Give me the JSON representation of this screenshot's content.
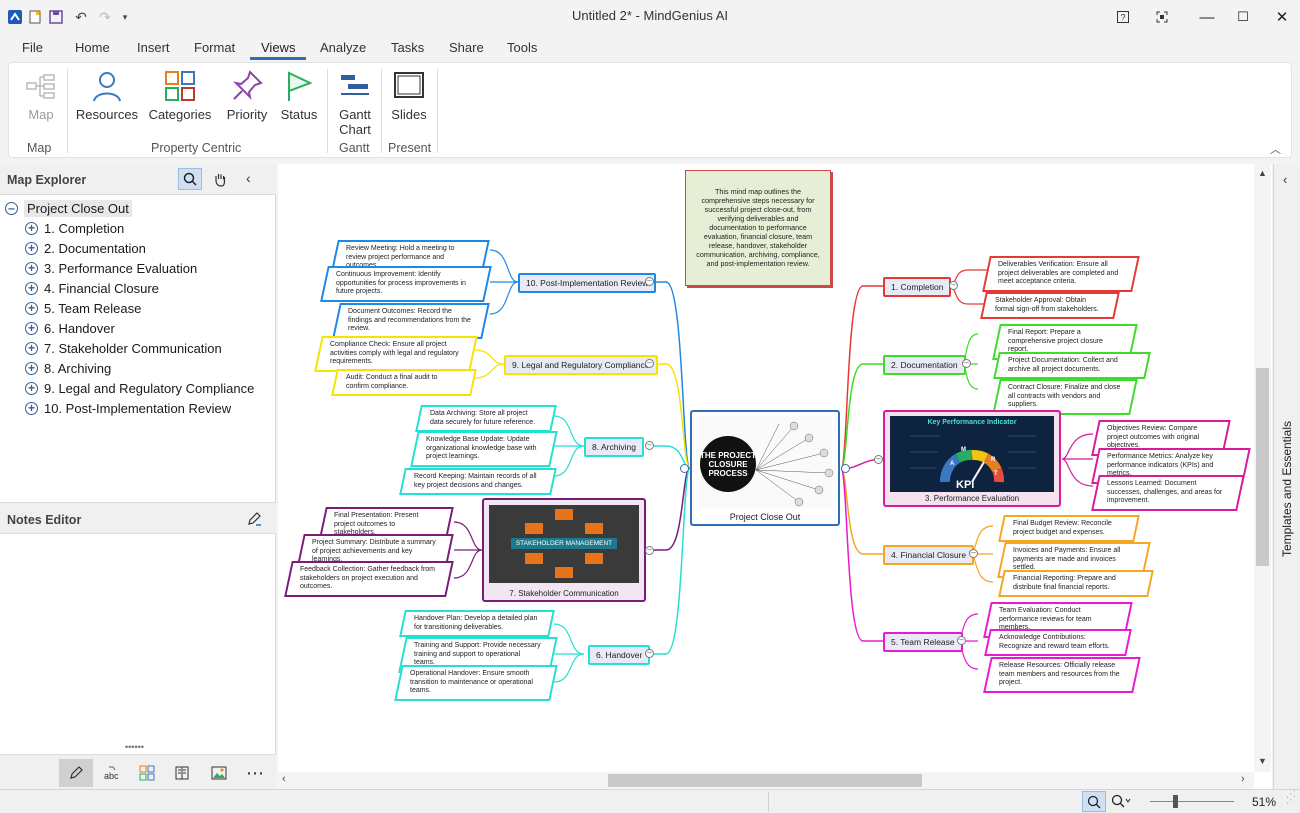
{
  "titlebar": {
    "title": "Untitled 2* - MindGenius AI",
    "help_icon": "?",
    "restore_label": "⊡",
    "minimize": "—",
    "maximize": "☐",
    "close": "✕"
  },
  "menu": {
    "tabs": [
      "File",
      "Home",
      "Insert",
      "Format",
      "Views",
      "Analyze",
      "Tasks",
      "Share",
      "Tools"
    ],
    "active": "Views"
  },
  "ribbon": {
    "map_button": "Map",
    "map_group": "Map",
    "resources_button": "Resources",
    "categories_button": "Categories",
    "priority_button": "Priority",
    "status_button": "Status",
    "property_group": "Property Centric",
    "gantt_button_line1": "Gantt",
    "gantt_button_line2": "Chart",
    "gantt_group": "Gantt",
    "slides_button": "Slides",
    "present_group": "Present"
  },
  "map_explorer": {
    "title": "Map Explorer",
    "root": "Project Close Out",
    "items": [
      "1. Completion",
      "2. Documentation",
      "3. Performance Evaluation",
      "4. Financial Closure",
      "5. Team Release",
      "6. Handover",
      "7. Stakeholder Communication",
      "8. Archiving",
      "9. Legal and Regulatory Compliance",
      "10. Post-Implementation Review"
    ]
  },
  "notes_editor": {
    "title": "Notes Editor"
  },
  "side_panel": {
    "label": "Templates and Essentials"
  },
  "statusbar": {
    "zoom": "51%"
  },
  "mindmap": {
    "central": {
      "label": "Project Close Out",
      "image_text": "THE PROJECT CLOSURE PROCESS"
    },
    "note": "This mind map outlines the comprehensive steps necessary for successful project close-out, from verifying deliverables and documentation to performance evaluation, financial closure, team release, handover, stakeholder communication, archiving, compliance, and post-implementation review.",
    "completion": {
      "label": "1. Completion",
      "items": [
        "Deliverables Verification: Ensure all project deliverables are completed and meet acceptance criteria.",
        "Stakeholder Approval: Obtain formal sign-off from stakeholders."
      ]
    },
    "documentation": {
      "label": "2. Documentation",
      "items": [
        "Final Report: Prepare a comprehensive project closure report.",
        "Project Documentation: Collect and archive all project documents.",
        "Contract Closure: Finalize and close all contracts with vendors and suppliers."
      ]
    },
    "performance": {
      "label": "3. Performance Evaluation",
      "image_title": "Key Performance Indicator",
      "image_text": "KPI",
      "letters": [
        "M",
        "S",
        "R",
        "T",
        "A"
      ],
      "items": [
        "Objectives Review: Compare project outcomes with original objectives.",
        "Performance Metrics: Analyze key performance indicators (KPIs) and metrics.",
        "Lessons Learned: Document successes, challenges, and areas for improvement."
      ]
    },
    "financial": {
      "label": "4. Financial Closure",
      "items": [
        "Final Budget Review: Reconcile project budget and expenses.",
        "Invoices and Payments: Ensure all payments are made and invoices settled.",
        "Financial Reporting: Prepare and distribute final financial reports."
      ]
    },
    "team": {
      "label": "5. Team Release",
      "items": [
        "Team Evaluation: Conduct performance reviews for team members.",
        "Acknowledge Contributions: Recognize and reward team efforts.",
        "Release Resources: Officially release team members and resources from the project."
      ]
    },
    "handover": {
      "label": "6. Handover",
      "items": [
        "Handover Plan: Develop a detailed plan for transitioning deliverables.",
        "Training and Support: Provide necessary training and support to operational teams.",
        "Operational Handover: Ensure smooth transition to maintenance or operational teams."
      ]
    },
    "stakeholder": {
      "label": "7. Stakeholder Communication",
      "image_text": "STAKEHOLDER MANAGEMENT",
      "items": [
        "Final Presentation: Present project outcomes to stakeholders.",
        "Project Summary: Distribute a summary of project achievements and key learnings.",
        "Feedback Collection: Gather feedback from stakeholders on project execution and outcomes."
      ]
    },
    "archiving": {
      "label": "8. Archiving",
      "items": [
        "Data Archiving: Store all project data securely for future reference.",
        "Knowledge Base Update: Update organizational knowledge base with project learnings.",
        "Record Keeping: Maintain records of all key project decisions and changes."
      ]
    },
    "legal": {
      "label": "9. Legal and Regulatory Compliance",
      "items": [
        "Compliance Check: Ensure all project activities comply with legal and regulatory requirements.",
        "Audit: Conduct a final audit to confirm compliance."
      ]
    },
    "review": {
      "label": "10. Post-Implementation Review",
      "items": [
        "Review Meeting: Hold a meeting to review project performance and outcomes.",
        "Continuous Improvement: Identify opportunities for process improvements in future projects.",
        "Document Outcomes: Record the findings and recommendations from the review."
      ]
    }
  }
}
